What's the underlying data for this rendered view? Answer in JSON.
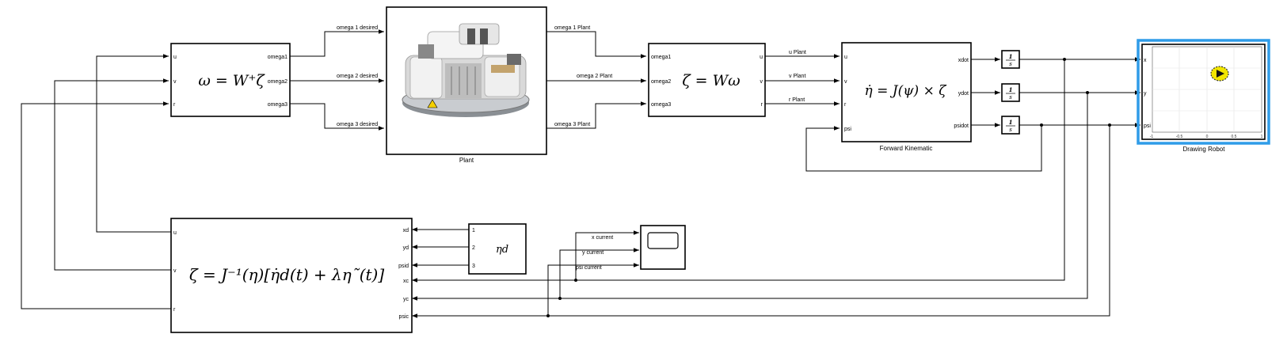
{
  "blocks": {
    "inverse_kin": {
      "equation": "ω = W⁺ζ",
      "inputs": [
        "u",
        "v",
        "r"
      ],
      "outputs": [
        "omega1",
        "omega2",
        "omega3"
      ]
    },
    "plant": {
      "caption": "Plant"
    },
    "wheel_kin": {
      "equation": "ζ = Wω",
      "inputs": [
        "omega1",
        "omega2",
        "omega3"
      ],
      "outputs": [
        "u",
        "v",
        "r"
      ]
    },
    "forward_kin": {
      "equation": "η̇ = J(ψ) × ζ",
      "caption": "Forward Kinematic",
      "inputs": [
        "u",
        "v",
        "r",
        "psi"
      ],
      "outputs": [
        "xdot",
        "ydot",
        "psidot"
      ]
    },
    "integrators": {
      "numerator": "1",
      "denominator": "s"
    },
    "drawing_robot": {
      "caption": "Drawing Robot",
      "inputs": [
        "x",
        "y",
        "psi"
      ],
      "x_ticks": [
        "-1",
        "-0.5",
        "0",
        "0.5",
        "1"
      ]
    },
    "controller": {
      "equation": "ζ = J⁻¹(η)[η̇d(t) + λη˜(t)]",
      "inputs": [
        "u",
        "v",
        "r"
      ],
      "outputs": [
        "xd",
        "yd",
        "psid",
        "xc",
        "yc",
        "psic"
      ]
    },
    "reference": {
      "symbol": "ηd",
      "ports": [
        "1",
        "2",
        "3"
      ]
    },
    "scope": {}
  },
  "signals": {
    "omega1_desired": "omega 1 desired",
    "omega2_desired": "omega 2 desired",
    "omega3_desired": "omega 3 desired",
    "omega1_plant": "omega 1 Plant",
    "omega2_plant": "omega 2 Plant",
    "omega3_plant": "omega 3 Plant",
    "u_plant": "u Plant",
    "v_plant": "v Plant",
    "r_plant": "r Plant",
    "x_current": "x current",
    "y_current": "y current",
    "psi_current": "psi current"
  },
  "colors": {
    "selection": "#2f9ce8",
    "robot_marker": "#f2e600"
  }
}
